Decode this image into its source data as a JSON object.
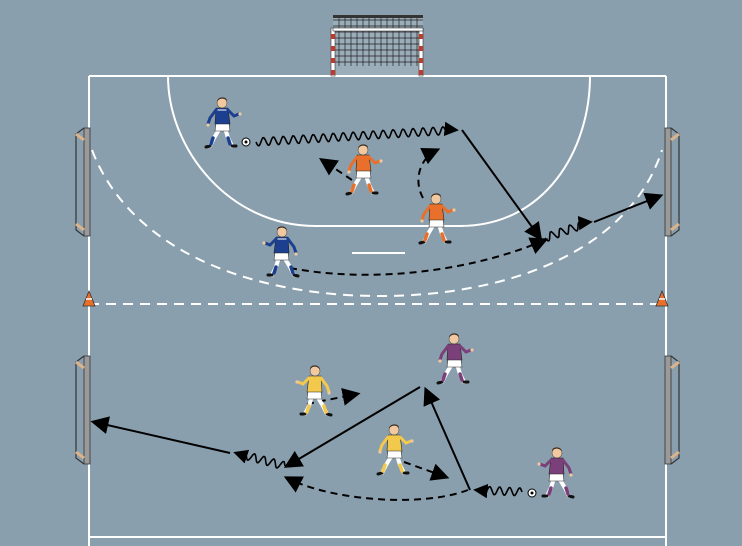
{
  "diagram": {
    "type": "handball/futsal training drill",
    "colors": {
      "pitch": "#8a9fad",
      "line": "#ffffff",
      "arrow": "#000000",
      "goal_post_white": "#ffffff",
      "goal_post_red": "#c0392b",
      "cone": "#e8702a",
      "team_blue_shirt": "#1d3f8f",
      "team_orange_shirt": "#e8702a",
      "team_yellow_shirt": "#f2c94c",
      "team_purple_shirt": "#7b3f7a"
    },
    "players": [
      {
        "id": "p1",
        "team": "blue",
        "has_ball": true
      },
      {
        "id": "p2",
        "team": "orange",
        "has_ball": false
      },
      {
        "id": "p3",
        "team": "orange",
        "has_ball": false
      },
      {
        "id": "p4",
        "team": "blue",
        "has_ball": false
      },
      {
        "id": "p5",
        "team": "purple",
        "has_ball": false
      },
      {
        "id": "p6",
        "team": "yellow",
        "has_ball": false
      },
      {
        "id": "p7",
        "team": "yellow",
        "has_ball": false
      },
      {
        "id": "p8",
        "team": "purple",
        "has_ball": true
      }
    ],
    "movements": [
      {
        "id": "m1",
        "style": "dribble"
      },
      {
        "id": "m2",
        "style": "pass"
      },
      {
        "id": "m3",
        "style": "dribble"
      },
      {
        "id": "m4",
        "style": "pass"
      },
      {
        "id": "m5",
        "style": "run"
      },
      {
        "id": "m6",
        "style": "run"
      },
      {
        "id": "m7",
        "style": "run"
      },
      {
        "id": "m8",
        "style": "dribble"
      },
      {
        "id": "m9",
        "style": "run"
      },
      {
        "id": "m10",
        "style": "pass"
      },
      {
        "id": "m11",
        "style": "pass"
      },
      {
        "id": "m12",
        "style": "dribble"
      },
      {
        "id": "m13",
        "style": "pass"
      },
      {
        "id": "m14",
        "style": "run"
      },
      {
        "id": "m15",
        "style": "run"
      }
    ]
  }
}
